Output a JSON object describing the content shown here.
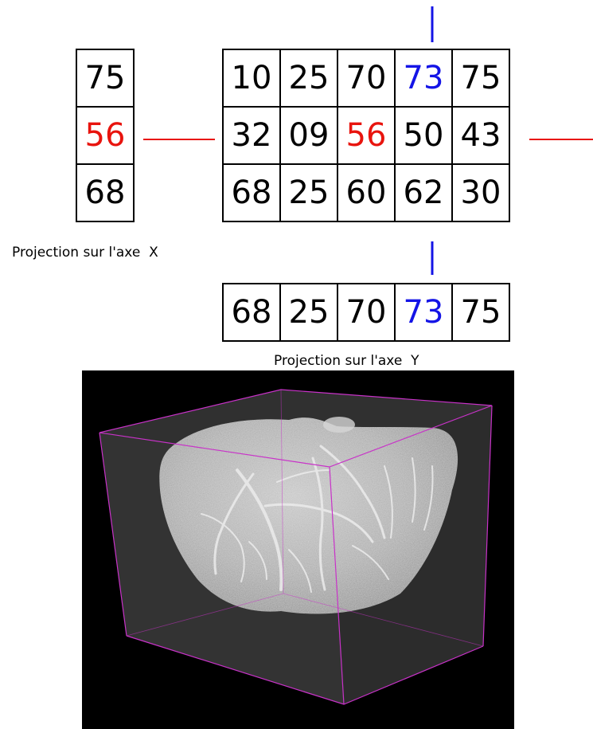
{
  "main_grid": [
    [
      "10",
      "25",
      "70",
      "73",
      "75"
    ],
    [
      "32",
      "09",
      "56",
      "50",
      "43"
    ],
    [
      "68",
      "25",
      "60",
      "62",
      "30"
    ]
  ],
  "projection_x": {
    "values": [
      "75",
      "56",
      "68"
    ],
    "caption": "Projection sur l'axe  X"
  },
  "projection_y": {
    "values": [
      "68",
      "25",
      "70",
      "73",
      "75"
    ],
    "caption": "Projection sur l'axe  Y"
  },
  "colors": {
    "highlight_row": "#e8140e",
    "highlight_column": "#1414e6",
    "bounding_box": "#c832c8",
    "render_background": "#000000"
  }
}
